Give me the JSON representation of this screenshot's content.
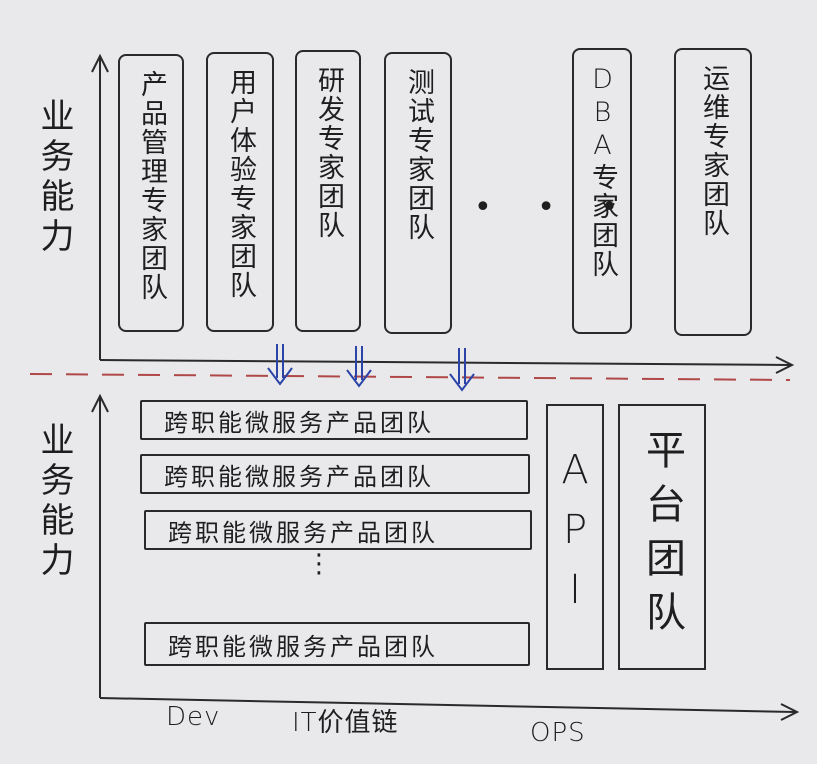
{
  "upper": {
    "axis_label": "业务能力",
    "teams": [
      {
        "label": "产品管理专家团队"
      },
      {
        "label": "用户体验专家团队"
      },
      {
        "label": "研发专家团队"
      },
      {
        "label": "测试专家团队"
      },
      {
        "label": "DBA专家团队"
      },
      {
        "label": "运维专家团队"
      }
    ],
    "ellipsis": "• • •"
  },
  "lower": {
    "axis_label": "业务能力",
    "rows": [
      {
        "label": "跨职能微服务产品团队"
      },
      {
        "label": "跨职能微服务产品团队"
      },
      {
        "label": "跨职能微服务产品团队"
      },
      {
        "label": "跨职能微服务产品团队"
      }
    ],
    "vertical_ellipsis": "⋮",
    "api_label": "API",
    "platform_label": "平台团队",
    "x_axis": {
      "left": "Dev",
      "center": "IT价值链",
      "right": "OPS"
    }
  },
  "colors": {
    "ink": "#1e1e1e",
    "arrow": "#2c44a8",
    "divider": "#b04848",
    "paper": "#e9e9ec"
  }
}
